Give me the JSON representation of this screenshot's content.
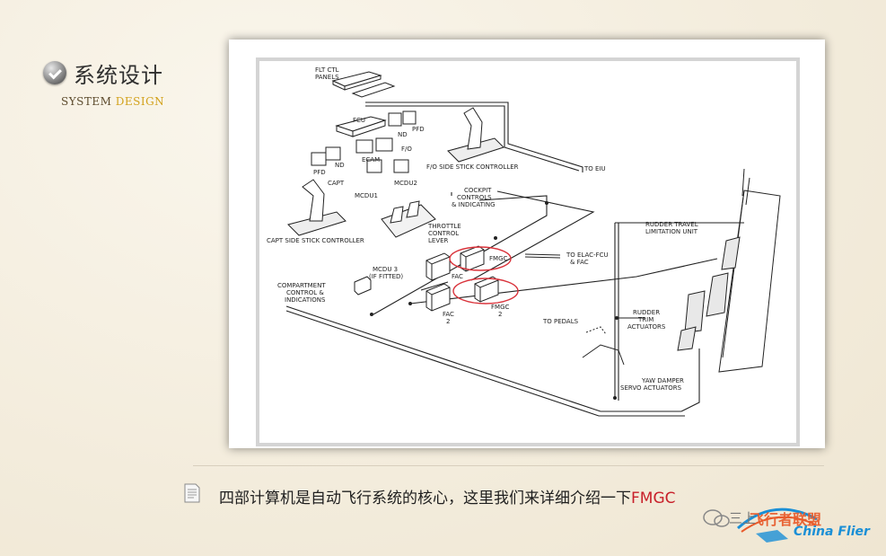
{
  "slide": {
    "title_zh": "系统设计",
    "title_en_1": "SYSTEM",
    "title_en_2": "DESIGN",
    "caption_prefix": "四部计算机是自动飞行系统的核心，这里我们来详细介绍一下",
    "caption_highlight": "FMGC"
  },
  "diagram": {
    "labels": {
      "flt_ctl_panels_1": "FLT CTL",
      "flt_ctl_panels_2": "PANELS",
      "fcu": "FCU",
      "nd_fo": "ND",
      "pfd_fo": "PFD",
      "fo_label": "F/O",
      "pfd_capt": "PFD",
      "nd_capt": "ND",
      "ecam": "ECAM",
      "capt": "CAPT",
      "mcdu1": "MCDU1",
      "mcdu2": "MCDU2",
      "fo_side_stick": "F/O SIDE STICK CONTROLLER",
      "to_eiu": "TO EIU",
      "capt_side_stick": "CAPT SIDE STICK CONTROLLER",
      "cockpit_1": "COCKPIT",
      "cockpit_2": "CONTROLS",
      "cockpit_3": "& INDICATING",
      "throttle_1": "THROTTLE",
      "throttle_2": "CONTROL",
      "throttle_3": "LEVER",
      "fac_1": "FAC",
      "fmgc_1": "FMGC",
      "to_elac_1": "TO ELAC-FCU",
      "to_elac_2": "& FAC",
      "mcdu3_1": "MCDU 3",
      "mcdu3_2": "(IF FITTED)",
      "compartment_1": "COMPARTMENT",
      "compartment_2": "CONTROL &",
      "compartment_3": "INDICATIONS",
      "fac_2": "FAC",
      "fac_2_num": "2",
      "fmgc_2": "FMGC",
      "fmgc_2_num": "2",
      "rudder_travel_1": "RUDDER TRAVEL",
      "rudder_travel_2": "LIMITATION UNIT",
      "rudder_trim_1": "RUDDER",
      "rudder_trim_2": "TRIM",
      "rudder_trim_3": "ACTUATORS",
      "to_pedals": "TO PEDALS",
      "yaw_damper_1": "YAW DAMPER",
      "yaw_damper_2": "SERVO ACTUATORS"
    },
    "highlight_color": "#d9323a"
  },
  "watermark": {
    "brand_top": "飞行者联盟",
    "brand_bottom": "China Flier",
    "prefix": "三上"
  }
}
